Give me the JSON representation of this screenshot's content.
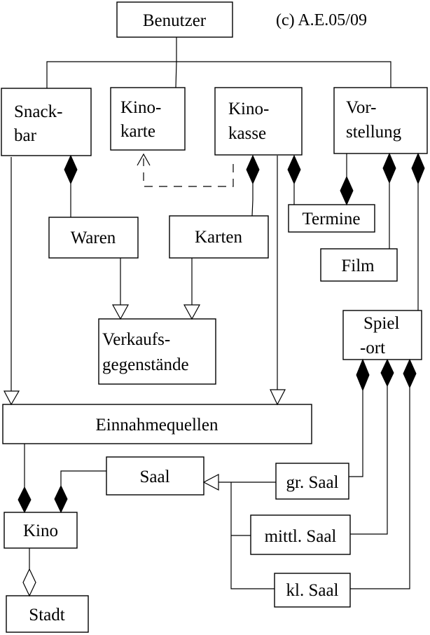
{
  "copyright": "(c) A.E.05/09",
  "classes": {
    "benutzer": {
      "lines": [
        "Benutzer"
      ]
    },
    "snackbar": {
      "lines": [
        "Snack-",
        "bar"
      ]
    },
    "kinokarte": {
      "lines": [
        "Kino-",
        "karte"
      ]
    },
    "kinokasse": {
      "lines": [
        "Kino-",
        "kasse"
      ]
    },
    "vorstellung": {
      "lines": [
        "Vor-",
        "stellung"
      ]
    },
    "termine": {
      "lines": [
        "Termine"
      ]
    },
    "waren": {
      "lines": [
        "Waren"
      ]
    },
    "karten": {
      "lines": [
        "Karten"
      ]
    },
    "film": {
      "lines": [
        "Film"
      ]
    },
    "verkaufsgegenstaende": {
      "lines": [
        "Verkaufs-",
        "gegenstände"
      ]
    },
    "spielort": {
      "lines": [
        "Spiel",
        "-ort"
      ]
    },
    "einnahmequellen": {
      "lines": [
        "Einnahmequellen"
      ]
    },
    "saal": {
      "lines": [
        "Saal"
      ]
    },
    "gr_saal": {
      "lines": [
        "gr. Saal"
      ]
    },
    "kino": {
      "lines": [
        "Kino"
      ]
    },
    "mittl_saal": {
      "lines": [
        "mittl. Saal"
      ]
    },
    "kl_saal": {
      "lines": [
        "kl. Saal"
      ]
    },
    "stadt": {
      "lines": [
        "Stadt"
      ]
    }
  }
}
